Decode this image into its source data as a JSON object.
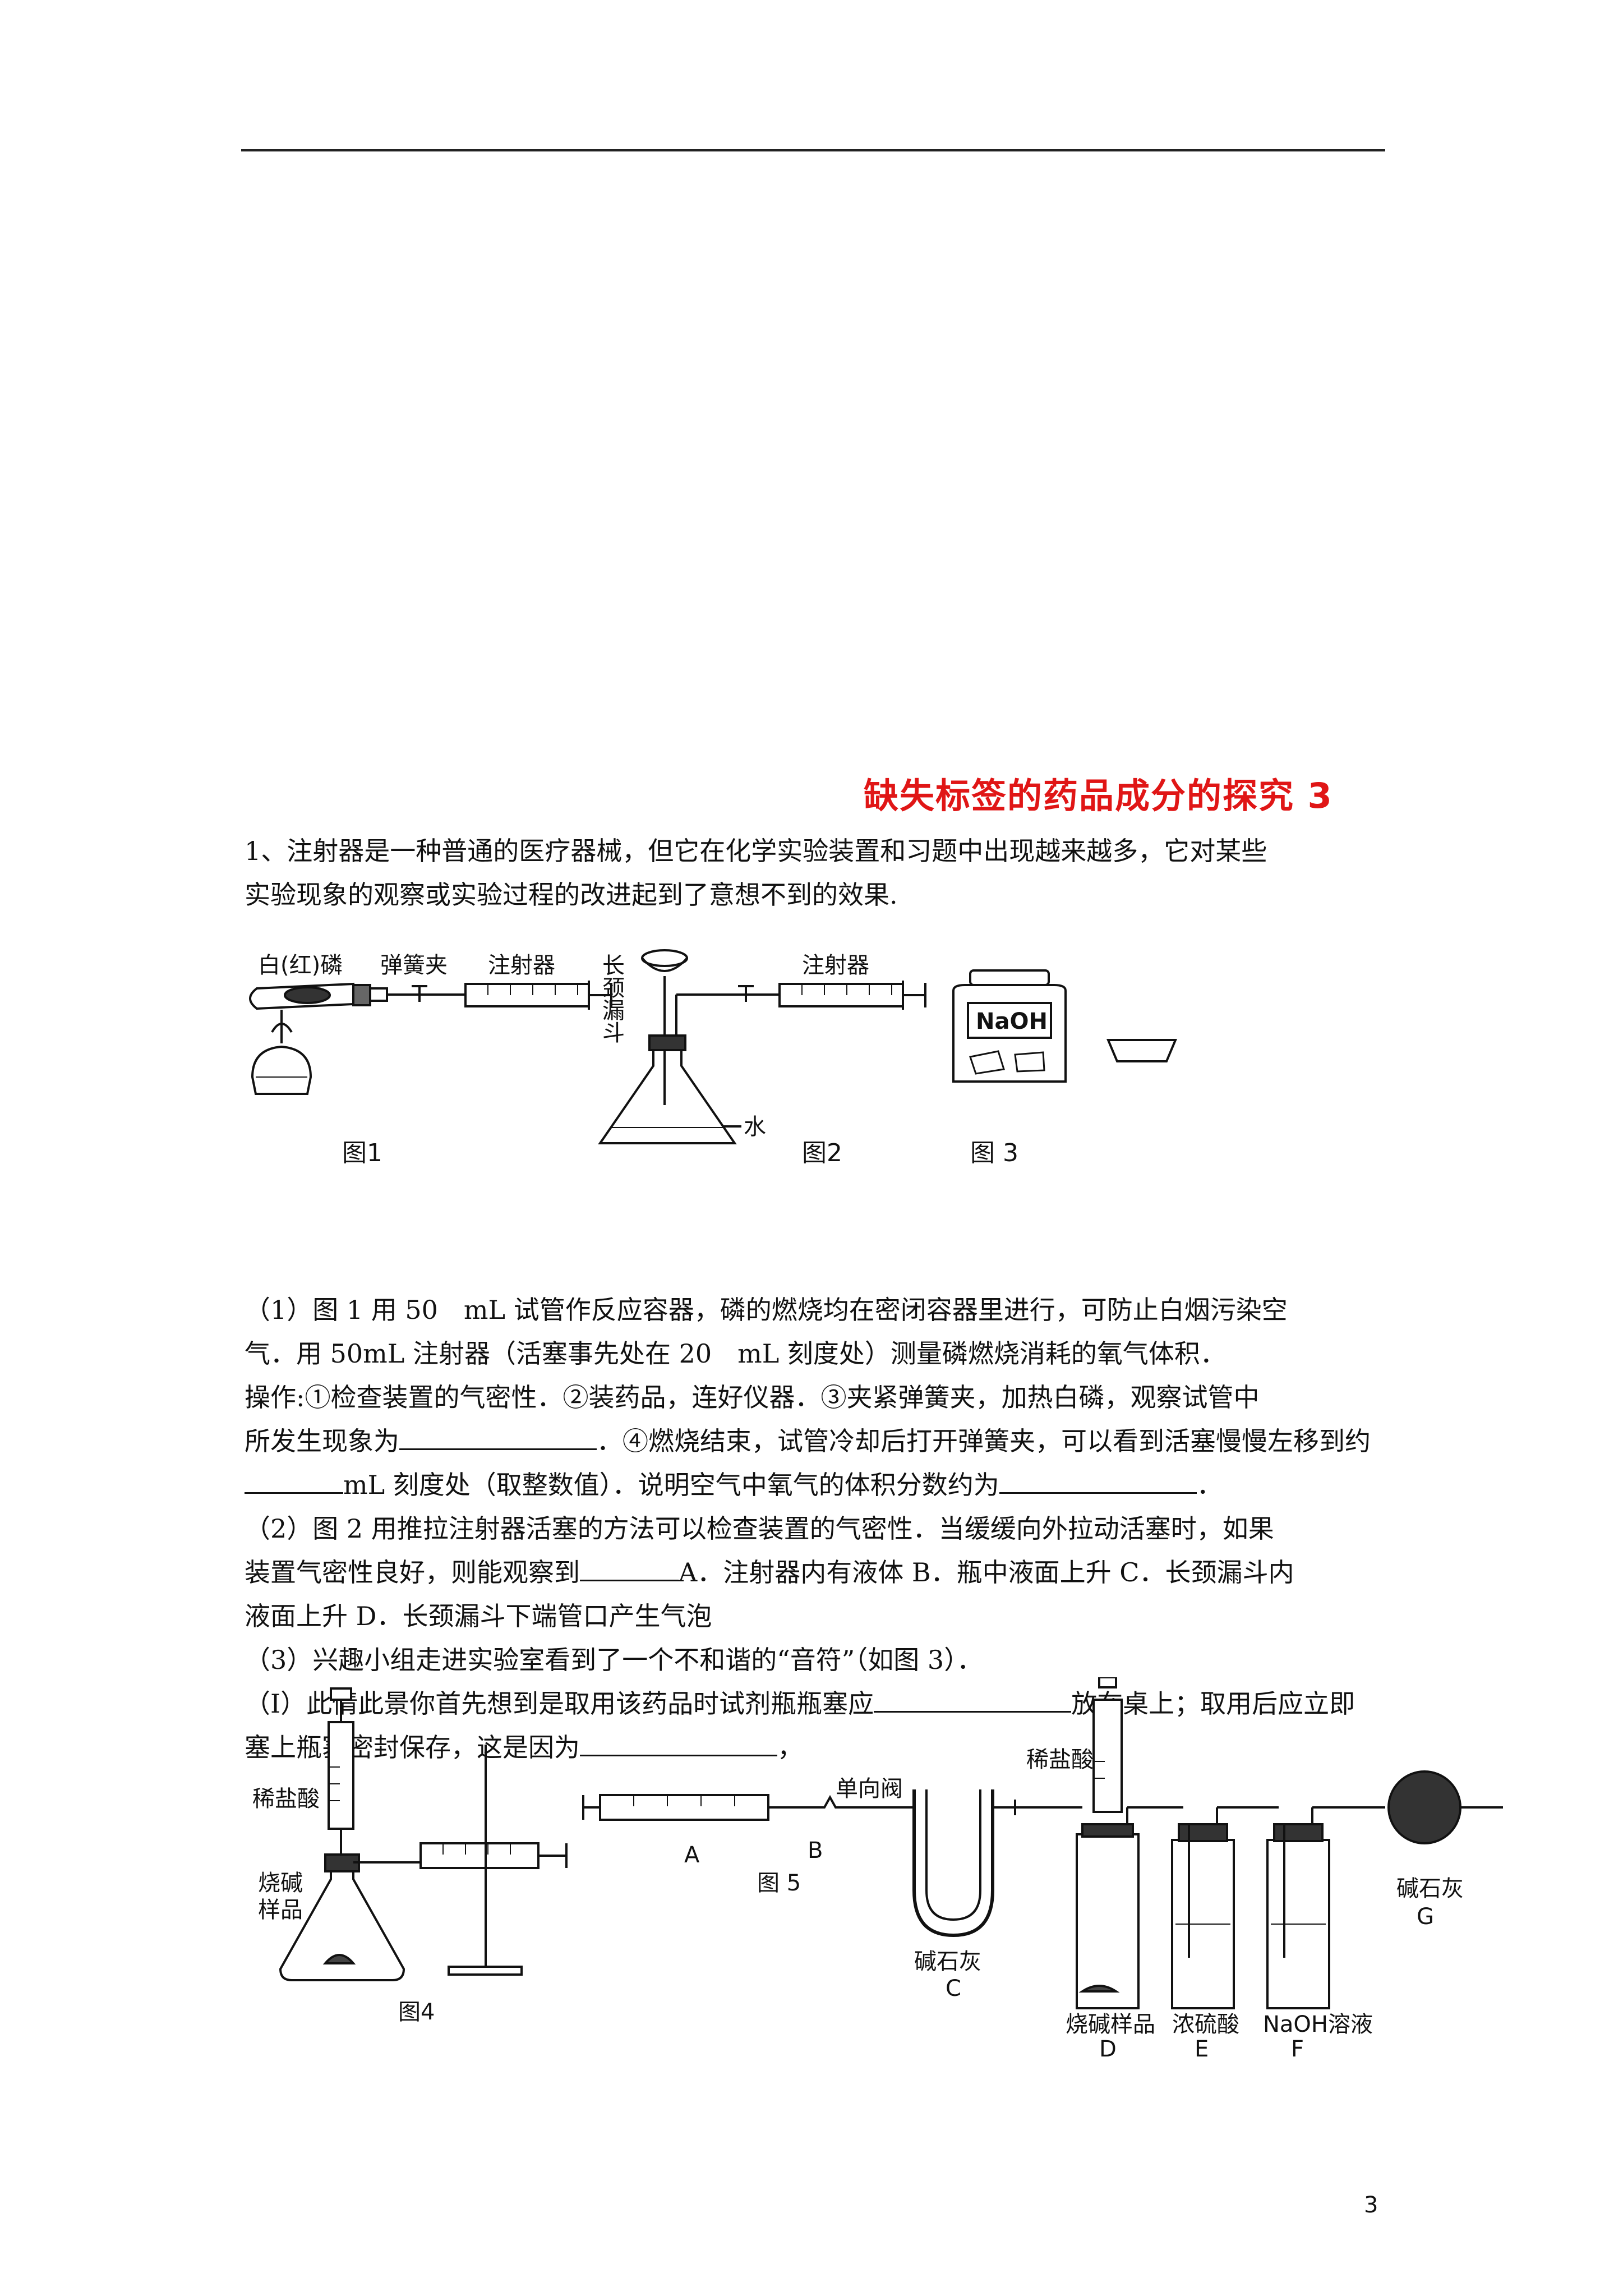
{
  "title": "缺失标签的药品成分的探究 3",
  "question1": {
    "intro_line1": "1、注射器是一种普通的医疗器械，但它在化学实验装置和习题中出现越来越多，它对某些",
    "intro_line2": "实验现象的观察或实验过程的改进起到了意想不到的效果."
  },
  "figure_top": {
    "labels": {
      "white_phosphorus": "白(红)磷",
      "spring_clip": "弹簧夹",
      "syringe1": "注射器",
      "long_funnel": "长颈漏斗",
      "syringe2": "注射器",
      "water": "水",
      "naoh": "NaOH",
      "fig1": "图1",
      "fig2": "图2",
      "fig3": "图 3"
    }
  },
  "part1": {
    "line1": "（1）图 1 用 50　mL 试管作反应容器，磷的燃烧均在密闭容器里进行，可防止白烟污染空",
    "line2": "气．用 50mL 注射器（活塞事先处在 20　mL 刻度处）测量磷燃烧消耗的氧气体积．",
    "line3": "操作:①检查装置的气密性．②装药品，连好仪器．③夹紧弹簧夹，加热白磷，观察试管中",
    "line4a": "所发生现象为",
    "line4b": "．④燃烧结束，试管冷却后打开弹簧夹，可以看到活塞慢慢左移到约",
    "line5a": "mL 刻度处（取整数值）．说明空气中氧气的体积分数约为",
    "line5b": "．"
  },
  "part2": {
    "line1": "（2）图 2 用推拉注射器活塞的方法可以检查装置的气密性．当缓缓向外拉动活塞时，如果",
    "line2a": "装置气密性良好，则能观察到",
    "line2b": "A．注射器内有液体 B．瓶中液面上升 C．长颈漏斗内",
    "line3": "液面上升 D．长颈漏斗下端管口产生气泡"
  },
  "part3": {
    "line1": "（3）兴趣小组走进实验室看到了一个不和谐的“音符”（如图 3）．",
    "line2a": "（Ⅰ）此情此景你首先想到是取用该药品时试剂瓶瓶塞应",
    "line2b": "放在桌上；取用后应立即",
    "line3a": "塞上瓶塞密封保存，这是因为",
    "line3b": "，"
  },
  "figure_bottom": {
    "labels": {
      "hcl1": "稀盐酸",
      "caustic1": "烧碱",
      "sample1": "样品",
      "fig4": "图4",
      "A": "A",
      "B": "B",
      "check_valve": "单向阀",
      "fig5": "图 5",
      "soda_lime_c": "碱石灰",
      "C": "C",
      "hcl2": "稀盐酸",
      "caustic_sample_d": "烧碱样品",
      "D": "D",
      "conc_h2so4": "浓硫酸",
      "E": "E",
      "naoh_solution": "NaOH溶液",
      "F": "F",
      "soda_lime_g": "碱石灰",
      "G": "G"
    }
  },
  "page_number": "3"
}
